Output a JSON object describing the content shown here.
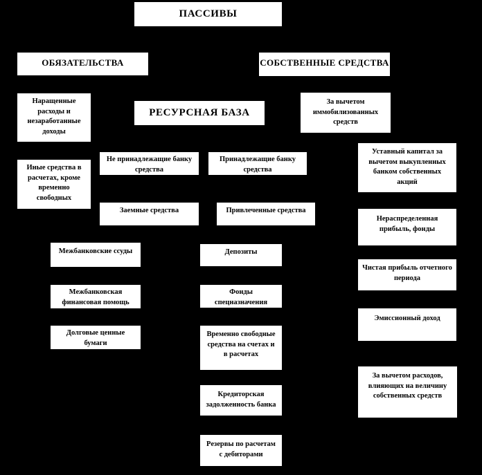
{
  "diagram": {
    "title": "ПАССИВЫ",
    "colors": {
      "background": "#000000",
      "box_fill": "#ffffff",
      "text": "#000000"
    },
    "nodes": {
      "liabilities": {
        "label": "ПАССИВЫ"
      },
      "obligations": {
        "label": "ОБЯЗАТЕЛЬСТВА"
      },
      "own_funds": {
        "label": "СОБСТВЕННЫЕ СРЕДСТВА"
      },
      "resource_base": {
        "label": "РЕСУРСНАЯ БАЗА"
      },
      "net_of_immobilized": {
        "label": "За вычетом\nиммобилизованных\nсредств"
      },
      "accrued_expenses": {
        "label": "Наращенные\nрасходы и\nнезаработанные\nдоходы"
      },
      "other_settlement_funds": {
        "label": "Иные средства в\nрасчетах, кроме\nвременно\nсвободных"
      },
      "non_bank_owned_funds": {
        "label": "Не принадлежащие банку\nсредства"
      },
      "bank_owned_funds": {
        "label": "Принадлежащие банку\nсредства"
      },
      "borrowed_funds": {
        "label": "Заемные средства"
      },
      "attracted_funds": {
        "label": "Привлеченные средства"
      },
      "authorized_capital": {
        "label": "Уставный капитал за\nвычетом выкупленных\nбанком собственных\nакций"
      },
      "retained_earnings": {
        "label": "Нераспределенная\nприбыль, фонды"
      },
      "net_profit": {
        "label": "Чистая прибыль отчетного\nпериода"
      },
      "share_premium": {
        "label": "Эмиссионный доход"
      },
      "net_of_expenses": {
        "label": "За вычетом расходов,\nвлияющих на величину\nсобственных средств"
      },
      "interbank_loans": {
        "label": "Межбанковские ссуды"
      },
      "interbank_financial_aid": {
        "label": "Межбанковская\nфинансовая помощь"
      },
      "debt_securities": {
        "label": "Долговые ценные\nбумаги"
      },
      "deposits": {
        "label": "Депозиты"
      },
      "special_purpose_funds": {
        "label": "Фонды\nспецназначения"
      },
      "temporarily_free_funds": {
        "label": "Временно свободные\nсредства на счетах и\nв расчетах"
      },
      "bank_payables": {
        "label": "Кредиторская\nзадолженность банка"
      },
      "debtor_settlement_reserves": {
        "label": "Резервы по расчетам\nс дебиторами"
      }
    }
  }
}
